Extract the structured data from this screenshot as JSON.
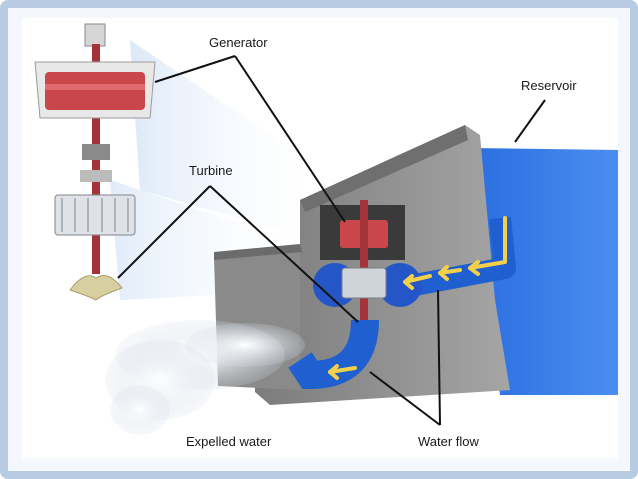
{
  "labels": {
    "generator": "Generator",
    "turbine": "Turbine",
    "reservoir": "Reservoir",
    "expelled_water": "Expelled water",
    "water_flow": "Water flow"
  },
  "colors": {
    "frame": "#b7cbe3",
    "water_blue": "#2d6fe0",
    "reservoir_blue": "#3b7fe8",
    "concrete": "#8f8f8f",
    "generator_red": "#c9464b",
    "arrow_yellow": "#f2d04a",
    "spray": "#e7edf4"
  }
}
